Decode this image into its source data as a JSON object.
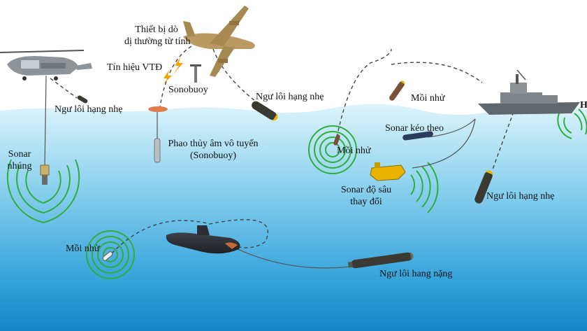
{
  "labels": {
    "magnetic_detector": [
      "Thiết bị dò",
      "dị thường từ tính"
    ],
    "radio_signal": "Tín hiệu VTĐ",
    "sonobuoy_short": "Sonobuoy",
    "torpedo_heli": "Ngư lôi hạng nhẹ",
    "torpedo_plane": "Ngư lôi hạng nhẹ",
    "dipping_sonar": [
      "Sonar",
      "nhúng"
    ],
    "radio_sonobuoy": [
      "Phao thủy âm vô tuyến",
      "(Sonobuoy)"
    ],
    "decoy_ship": "Mồi nhử",
    "towed_sonar": "Sonar kéo theo",
    "decoy_mid": "Mồi nhử",
    "variable_depth_sonar": [
      "Sonar độ sâu",
      "thay đổi"
    ],
    "torpedo_ship": "Ngư lôi hạng nhẹ",
    "decoy_sub": "Mồi nhử",
    "heavy_torpedo": "Ngư lôi hang nặng",
    "edge_fragment": "H"
  },
  "colors": {
    "sky": "#ffffff",
    "water_top": "#d7f2fb",
    "water_bottom": "#1a8fd1",
    "sonar_wave": "#2fae3c",
    "torpedo_body": "#3a3a32",
    "torpedo_tip": "#e8b400",
    "sub_body": "#2b2f33",
    "ship_grey": "#6c7378",
    "aircraft_tan": "#b99a62",
    "helicopter_grey": "#8a9095",
    "lightning": "#f0a400"
  },
  "icons": [
    "helicopter-icon",
    "patrol-aircraft-icon",
    "warship-icon",
    "submarine-icon",
    "torpedo-icon",
    "sonobuoy-icon",
    "sonar-waves-icon",
    "lightning-icon"
  ]
}
